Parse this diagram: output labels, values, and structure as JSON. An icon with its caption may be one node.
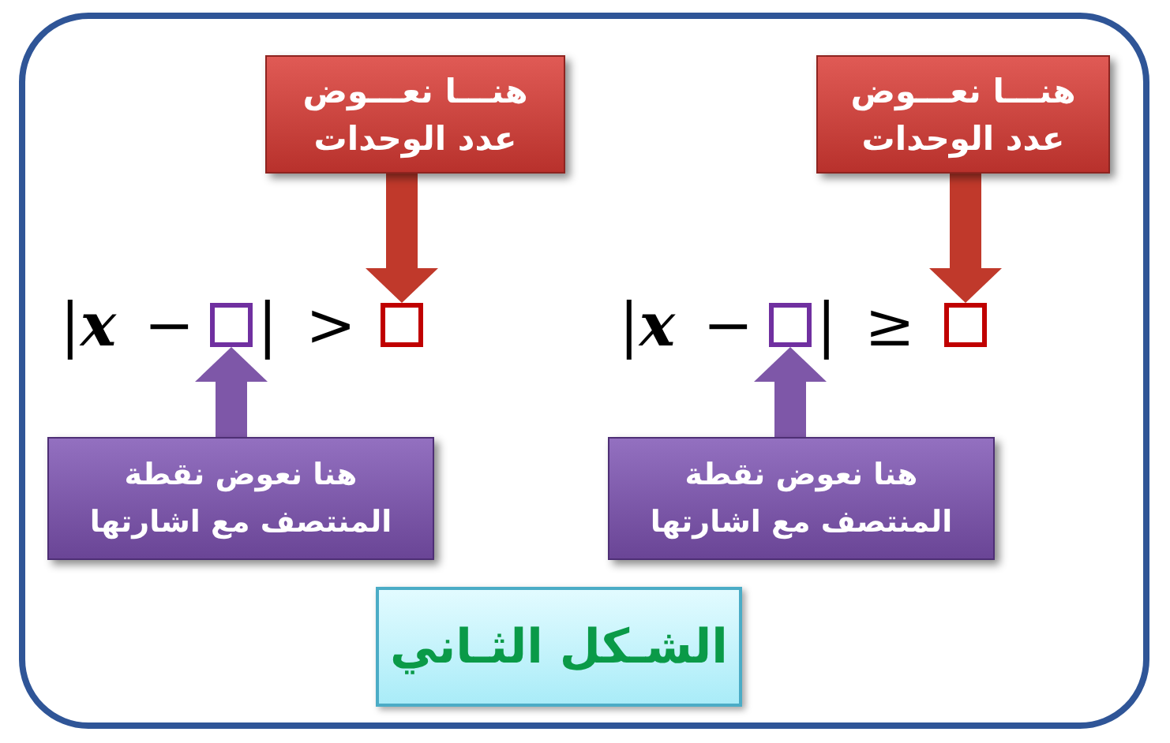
{
  "diagram": {
    "nodes": [
      {
        "text": [
          "هنـــا نعـــوض عدد الوحدات"
        ]
      },
      {
        "text": [
          "هنـــا نعـــوض عدد الوحدات"
        ]
      },
      {
        "text": [],
        "shape": "box"
      },
      {
        "text": [],
        "shape": "box"
      },
      {
        "text": [],
        "shape": "box"
      },
      {
        "text": [],
        "shape": "box"
      },
      {
        "text": [
          "هنا نعوض نقطة المنتصف مع اشارتها"
        ]
      },
      {
        "text": [
          "هنا نعوض نقطة المنتصف مع اشارتها"
        ]
      },
      {
        "text": [
          "الشـكل الثـاني"
        ]
      }
    ],
    "edges": [
      {
        "from": 0,
        "to": 3,
        "arrow": "to",
        "color": "#c0392b"
      },
      {
        "from": 1,
        "to": 5,
        "arrow": "to",
        "color": "#c0392b"
      },
      {
        "from": 6,
        "to": 2,
        "arrow": "to",
        "color": "#7e57a8"
      },
      {
        "from": 7,
        "to": 4,
        "arrow": "to",
        "color": "#7e57a8"
      }
    ],
    "labels": [
      "|*x* −",
      "| >",
      "|*x* −",
      "| ≥"
    ]
  }
}
